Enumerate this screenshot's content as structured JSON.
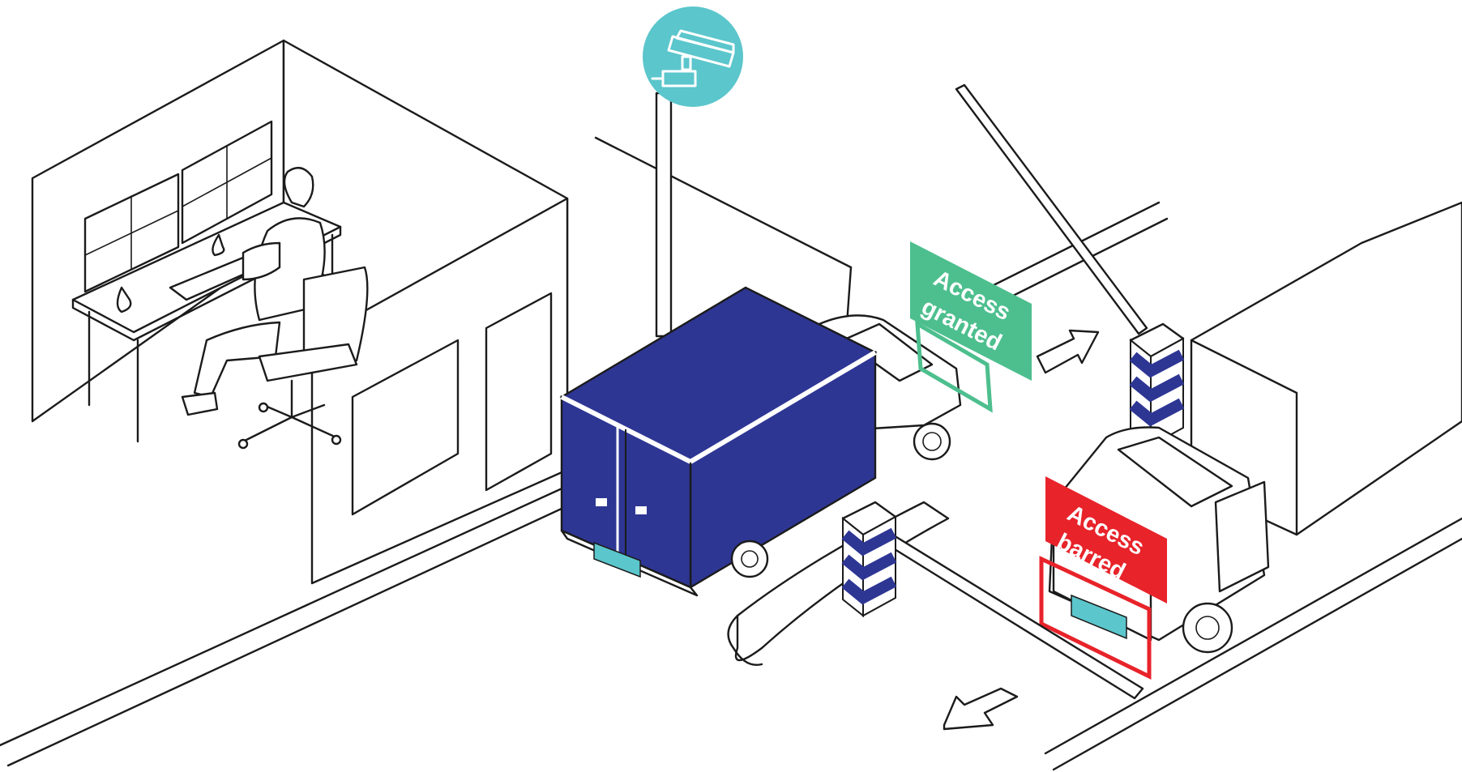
{
  "labels": {
    "granted_line1": "Access",
    "granted_line2": "granted",
    "barred_line1": "Access",
    "barred_line2": "barred"
  },
  "colors": {
    "granted": "#4dbf8e",
    "barred": "#e8232a",
    "camera_badge": "#5bc6cc",
    "blue_truck": "#2e3694",
    "license_plate": "#5bc6cc",
    "barrier_chevron": "#2e3694",
    "line": "#1b1b1b"
  },
  "icons": [
    "cctv-camera-icon",
    "arrow-right-icon",
    "arrow-down-left-icon"
  ]
}
